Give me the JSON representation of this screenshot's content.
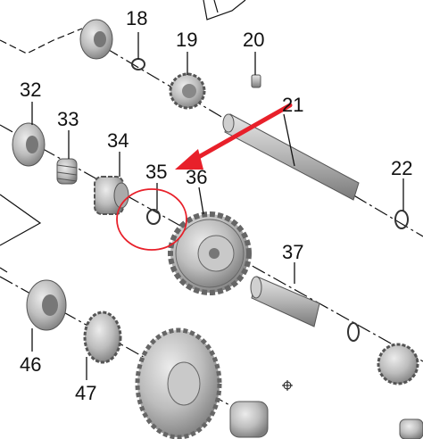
{
  "diagram": {
    "callouts": [
      "18",
      "19",
      "20",
      "21",
      "22",
      "32",
      "33",
      "34",
      "35",
      "36",
      "37",
      "46",
      "47"
    ],
    "highlight": {
      "target_label": "35",
      "arrow_color": "#e8202a",
      "circle_color": "#e8202a"
    },
    "part_color": "#b8b8b8",
    "line_color": "#111111"
  }
}
